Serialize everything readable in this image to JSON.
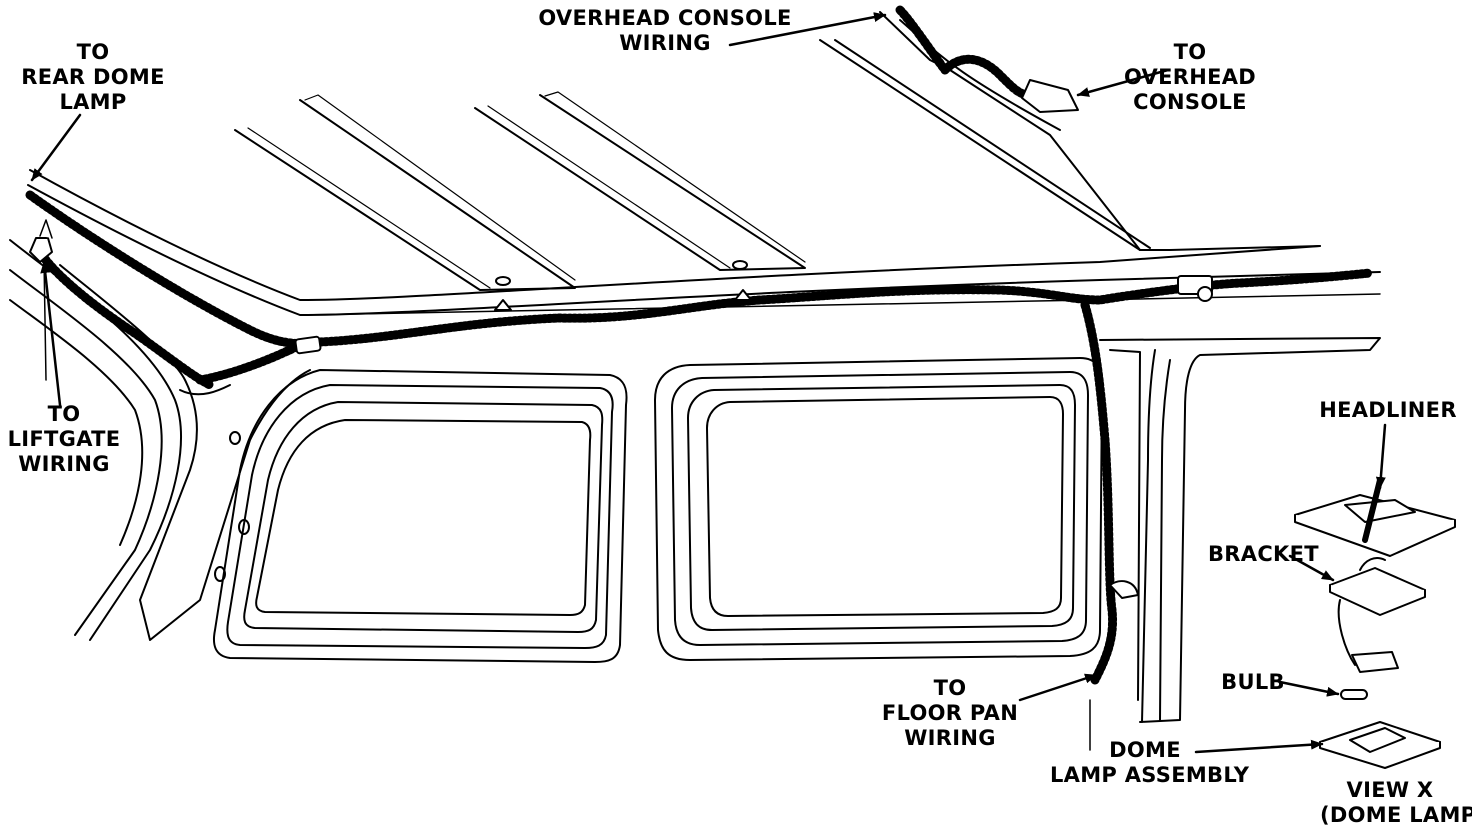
{
  "labels": {
    "rear_dome": [
      "TO",
      "REAR DOME",
      "LAMP"
    ],
    "liftgate": [
      "TO",
      "LIFTGATE",
      "WIRING"
    ],
    "overhead_wiring": [
      "OVERHEAD CONSOLE",
      "WIRING"
    ],
    "overhead_console": [
      "TO",
      "OVERHEAD",
      "CONSOLE"
    ],
    "headliner": [
      "HEADLINER"
    ],
    "bracket": [
      "BRACKET"
    ],
    "bulb": [
      "BULB"
    ],
    "floor_pan": [
      "TO",
      "FLOOR PAN",
      "WIRING"
    ],
    "dome_assembly": [
      "DOME",
      "LAMP ASSEMBLY"
    ],
    "view_x": [
      "VIEW X",
      "(DOME LAMP)"
    ]
  },
  "colors": {
    "ink": "#000000",
    "paper": "#ffffff",
    "shade": "#9a9a9a"
  }
}
